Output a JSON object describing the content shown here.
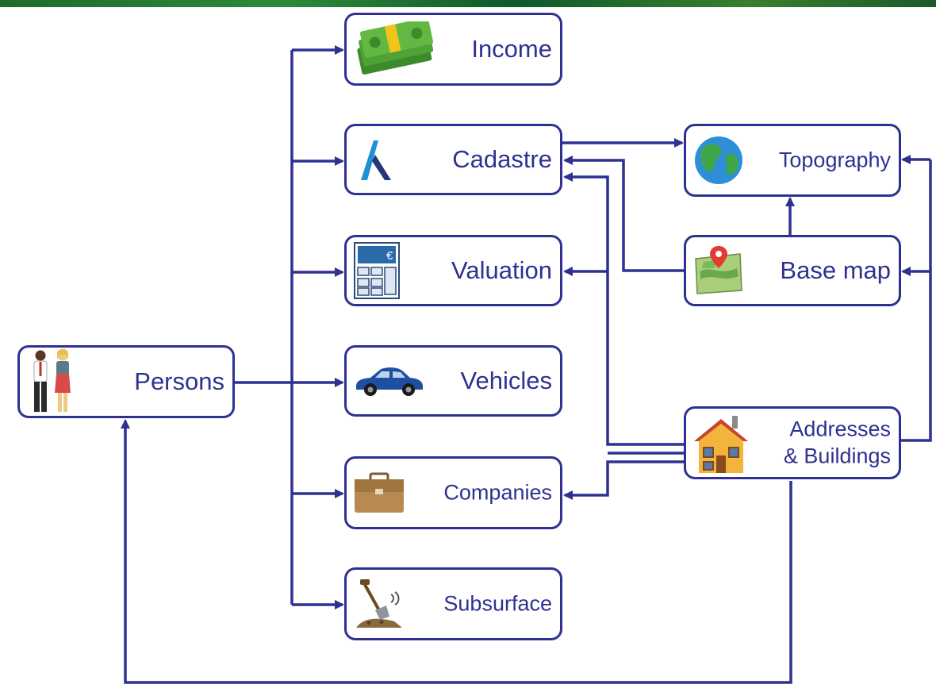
{
  "diagram": {
    "nodes": {
      "income": {
        "label": "Income",
        "icon": "money-icon"
      },
      "cadastre": {
        "label": "Cadastre",
        "icon": "cadastre-logo-icon"
      },
      "valuation": {
        "label": "Valuation",
        "icon": "calculator-euro-icon"
      },
      "vehicles": {
        "label": "Vehicles",
        "icon": "car-icon"
      },
      "companies": {
        "label": "Companies",
        "icon": "briefcase-icon"
      },
      "subsurface": {
        "label": "Subsurface",
        "icon": "shovel-icon"
      },
      "persons": {
        "label": "Persons",
        "icon": "people-icon"
      },
      "topography": {
        "label": "Topography",
        "icon": "globe-icon"
      },
      "basemap": {
        "label": "Base map",
        "icon": "map-pin-icon"
      },
      "addresses": {
        "label_line1": "Addresses",
        "label_line2": "& Buildings",
        "icon": "house-icon"
      }
    },
    "colors": {
      "line": "#2e3192",
      "background": "#ffffff"
    }
  }
}
